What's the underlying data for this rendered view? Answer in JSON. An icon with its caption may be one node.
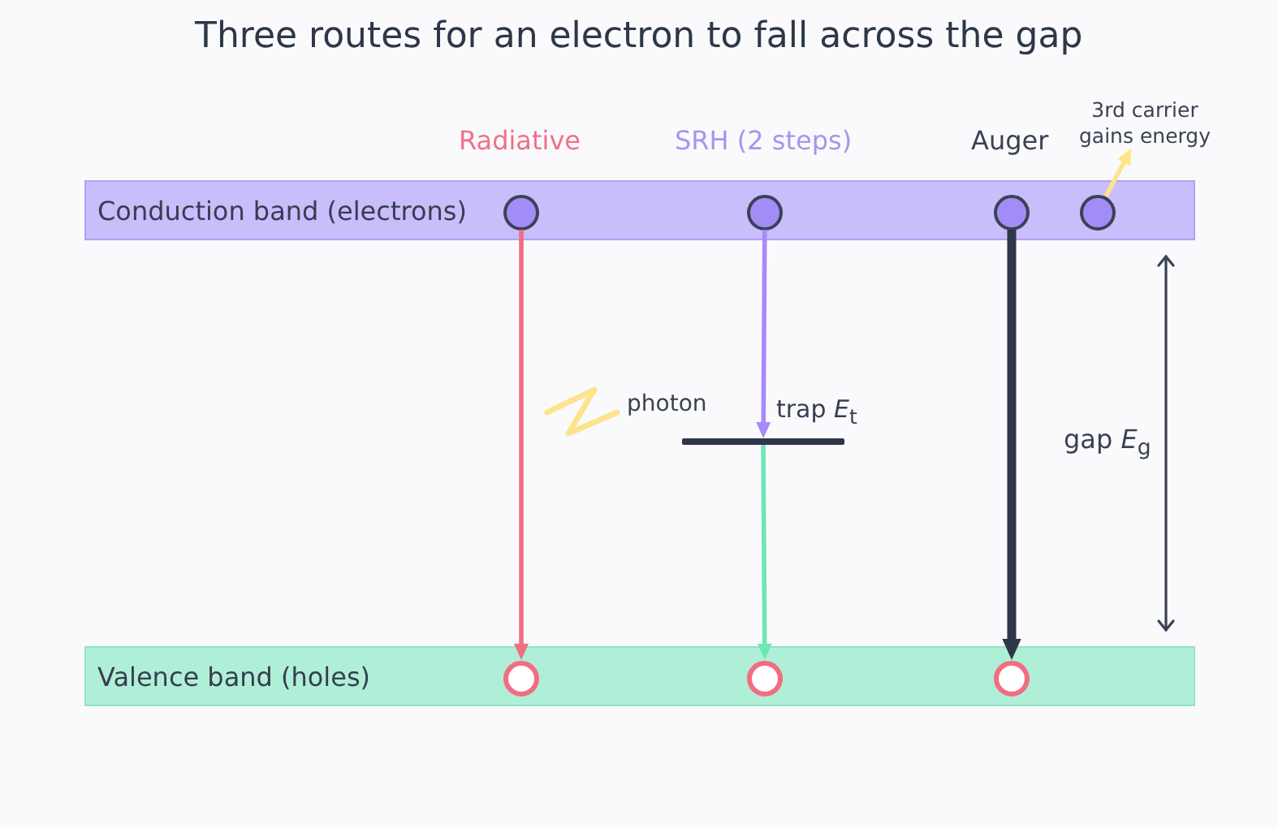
{
  "diagram": {
    "title": "Three routes for an electron to fall across the gap",
    "nodes": [
      {
        "text": [
          "3rd carrier gains energy"
        ]
      },
      {
        "text": [
          "Conduction band (electrons)"
        ]
      },
      {
        "text": [],
        "shape": "circle",
        "in": 1
      },
      {
        "text": [],
        "shape": "circle",
        "in": 1
      },
      {
        "text": [],
        "shape": "circle",
        "in": 1
      },
      {
        "text": [],
        "shape": "circle",
        "in": 1
      },
      {
        "text": [],
        "shape": "bar",
        "beside": [
          "trap *E*$_{t}$"
        ]
      },
      {
        "text": [
          "Valence band (holes)"
        ]
      },
      {
        "text": [],
        "shape": "circle",
        "in": 7
      },
      {
        "text": [],
        "shape": "circle",
        "in": 7
      },
      {
        "text": [],
        "shape": "circle",
        "in": 7
      }
    ],
    "edges": [
      {
        "from": 2,
        "to": 8,
        "arrow": "to",
        "color": "#f26d80"
      },
      {
        "from": 3,
        "to": 6,
        "arrow": "to",
        "color": "#a78bfa"
      },
      {
        "from": 6,
        "to": 9,
        "arrow": "to",
        "color": "#6ee7b7"
      },
      {
        "from": 4,
        "to": 10,
        "arrow": "to",
        "style": "thick",
        "color": "#2d3748"
      },
      {
        "from": 5,
        "to": 0,
        "arrow": "to",
        "color": "#fde68a"
      }
    ],
    "labels": [
      "Radiative",
      "SRH (2 steps)",
      "Auger",
      "photon",
      "gap *E*$_{g}$"
    ]
  }
}
